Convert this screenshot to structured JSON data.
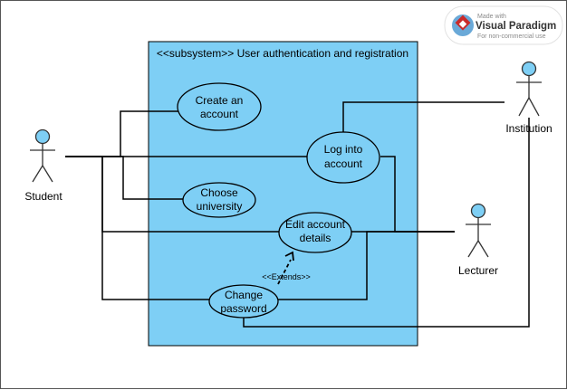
{
  "colors": {
    "subsystem_fill": "#7ecff5",
    "usecase_fill": "#7ecff5",
    "actor_head": "#7ecff5",
    "line": "#000000",
    "background": "#ffffff",
    "frame": "#555555"
  },
  "subsystem": {
    "title": "<<subsystem>> User authentication and registration"
  },
  "actors": {
    "student": "Student",
    "institution": "Institution",
    "lecturer": "Lecturer"
  },
  "use_cases": {
    "create_account": [
      "Create an",
      "account"
    ],
    "log_into_account": [
      "Log into",
      "account"
    ],
    "choose_university": [
      "Choose",
      "university"
    ],
    "edit_account_details": [
      "Edit account",
      "details"
    ],
    "change_password": [
      "Change",
      "password"
    ]
  },
  "relationships": {
    "extends_label": "<<Extends>>"
  },
  "watermark": {
    "made_with": "Made with",
    "brand": "Visual Paradigm",
    "note": "For non-commercial use",
    "icon": "visual-paradigm-logo-icon"
  }
}
